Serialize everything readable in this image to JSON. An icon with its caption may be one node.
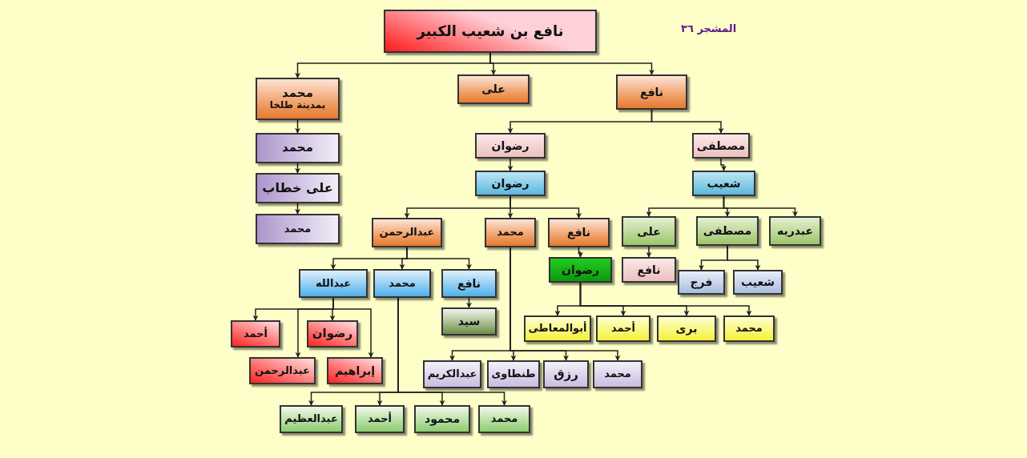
{
  "diagram": {
    "nodes": [
      {
        "text": [
          "نافع بن شعيب الكبير"
        ]
      },
      {
        "text": [
          "محمد",
          "بمدينة طلخا"
        ]
      },
      {
        "text": [
          "على"
        ]
      },
      {
        "text": [
          "نافع"
        ]
      },
      {
        "text": [
          "رضوان"
        ]
      },
      {
        "text": [
          "مصطفى"
        ]
      },
      {
        "text": [
          "محمد"
        ]
      },
      {
        "text": [
          "على خطاب"
        ]
      },
      {
        "text": [
          "محمد"
        ]
      },
      {
        "text": [
          "رضوان"
        ]
      },
      {
        "text": [
          "شعيب"
        ]
      },
      {
        "text": [
          "عبدالرحمن"
        ]
      },
      {
        "text": [
          "محمد"
        ]
      },
      {
        "text": [
          "نافع"
        ]
      },
      {
        "text": [
          "على"
        ]
      },
      {
        "text": [
          "مصطفى"
        ]
      },
      {
        "text": [
          "عبدربه"
        ]
      },
      {
        "text": [
          "عبدالله"
        ]
      },
      {
        "text": [
          "محمد"
        ]
      },
      {
        "text": [
          "نافع"
        ]
      },
      {
        "text": [
          "رضوان"
        ]
      },
      {
        "text": [
          "نافع"
        ]
      },
      {
        "text": [
          "فرج"
        ]
      },
      {
        "text": [
          "شعيب"
        ]
      },
      {
        "text": [
          "أحمد"
        ]
      },
      {
        "text": [
          "رضوان"
        ]
      },
      {
        "text": [
          "عبدالرحمن"
        ]
      },
      {
        "text": [
          "إبراهيم"
        ]
      },
      {
        "text": [
          "سيد"
        ]
      },
      {
        "text": [
          "أبوالمعاطى"
        ]
      },
      {
        "text": [
          "أحمد"
        ]
      },
      {
        "text": [
          "برى"
        ]
      },
      {
        "text": [
          "محمد"
        ]
      },
      {
        "text": [
          "عبدالكريم"
        ]
      },
      {
        "text": [
          "طنطاوى"
        ]
      },
      {
        "text": [
          "رزق"
        ]
      },
      {
        "text": [
          "محمد"
        ]
      },
      {
        "text": [
          "عبدالعظيم"
        ]
      },
      {
        "text": [
          "أحمد"
        ]
      },
      {
        "text": [
          "محمود"
        ]
      },
      {
        "text": [
          "محمد"
        ]
      }
    ],
    "edges": [
      {
        "from": 0,
        "to": 1,
        "arrow": "to"
      },
      {
        "from": 0,
        "to": 2,
        "arrow": "to"
      },
      {
        "from": 0,
        "to": 3,
        "arrow": "to"
      },
      {
        "from": 1,
        "to": 6,
        "arrow": "to"
      },
      {
        "from": 6,
        "to": 7,
        "arrow": "to"
      },
      {
        "from": 7,
        "to": 8,
        "arrow": "to"
      },
      {
        "from": 3,
        "to": 4,
        "arrow": "to"
      },
      {
        "from": 3,
        "to": 5,
        "arrow": "to"
      },
      {
        "from": 4,
        "to": 9,
        "arrow": "to"
      },
      {
        "from": 5,
        "to": 10,
        "arrow": "to"
      },
      {
        "from": 9,
        "to": 11,
        "arrow": "to"
      },
      {
        "from": 9,
        "to": 12,
        "arrow": "to"
      },
      {
        "from": 9,
        "to": 13,
        "arrow": "to"
      },
      {
        "from": 10,
        "to": 14,
        "arrow": "to"
      },
      {
        "from": 10,
        "to": 15,
        "arrow": "to"
      },
      {
        "from": 10,
        "to": 16,
        "arrow": "to"
      },
      {
        "from": 11,
        "to": 17,
        "arrow": "to"
      },
      {
        "from": 11,
        "to": 18,
        "arrow": "to"
      },
      {
        "from": 11,
        "to": 19,
        "arrow": "to"
      },
      {
        "from": 13,
        "to": 20,
        "arrow": "to"
      },
      {
        "from": 14,
        "to": 21,
        "arrow": "to"
      },
      {
        "from": 15,
        "to": 22,
        "arrow": "to"
      },
      {
        "from": 15,
        "to": 23,
        "arrow": "to"
      },
      {
        "from": 17,
        "to": 24,
        "arrow": "to"
      },
      {
        "from": 17,
        "to": 25,
        "arrow": "to"
      },
      {
        "from": 17,
        "to": 26,
        "arrow": "to"
      },
      {
        "from": 17,
        "to": 27,
        "arrow": "to"
      },
      {
        "from": 19,
        "to": 28,
        "arrow": "to"
      },
      {
        "from": 20,
        "to": 29,
        "arrow": "to"
      },
      {
        "from": 20,
        "to": 30,
        "arrow": "to"
      },
      {
        "from": 20,
        "to": 31,
        "arrow": "to"
      },
      {
        "from": 20,
        "to": 32,
        "arrow": "to"
      },
      {
        "from": 12,
        "to": 33,
        "arrow": "to"
      },
      {
        "from": 12,
        "to": 34,
        "arrow": "to"
      },
      {
        "from": 12,
        "to": 35,
        "arrow": "to"
      },
      {
        "from": 12,
        "to": 36,
        "arrow": "to"
      },
      {
        "from": 18,
        "to": 37,
        "arrow": "to"
      },
      {
        "from": 18,
        "to": 38,
        "arrow": "to"
      },
      {
        "from": 18,
        "to": 39,
        "arrow": "to"
      },
      {
        "from": 18,
        "to": 40,
        "arrow": "to"
      }
    ],
    "labels": [
      "المشجر ٣٦"
    ]
  }
}
